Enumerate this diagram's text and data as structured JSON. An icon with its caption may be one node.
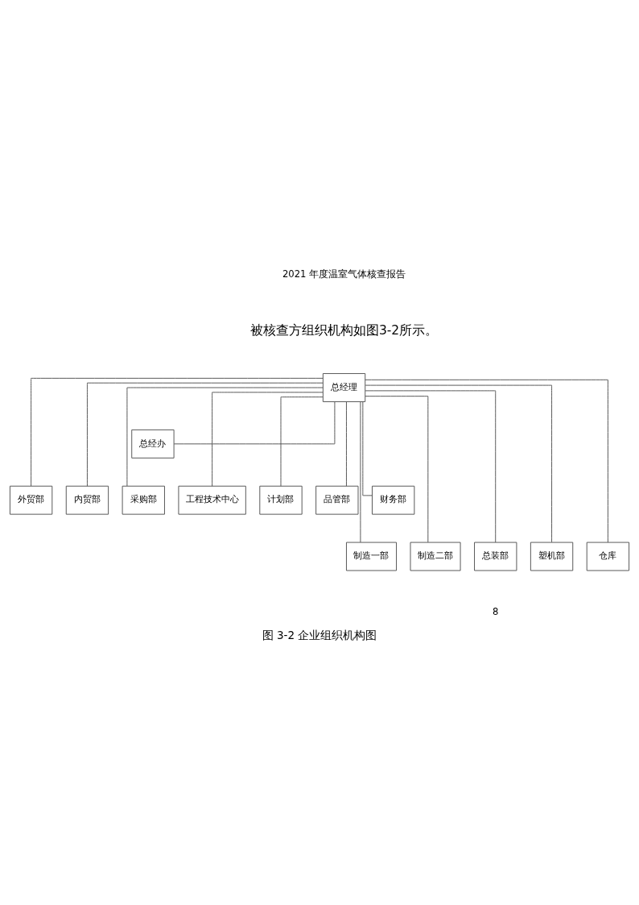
{
  "diagram": {
    "caption": "图 3-2 企业组织机构图",
    "nodes": [
      {
        "text": [
          "总经理"
        ]
      },
      {
        "text": [
          "总经办"
        ]
      },
      {
        "text": [
          "外贸部"
        ]
      },
      {
        "text": [
          "内贸部"
        ]
      },
      {
        "text": [
          "采购部"
        ]
      },
      {
        "text": [
          "工程技术中心"
        ]
      },
      {
        "text": [
          "计划部"
        ]
      },
      {
        "text": [
          "品管部"
        ]
      },
      {
        "text": [
          "财务部"
        ]
      },
      {
        "text": [
          "制造一部"
        ]
      },
      {
        "text": [
          "制造二部"
        ]
      },
      {
        "text": [
          "总装部"
        ]
      },
      {
        "text": [
          "塑机部"
        ]
      },
      {
        "text": [
          "仓库"
        ]
      }
    ],
    "edges": [
      {
        "from": 0,
        "to": 1,
        "arrow": "none"
      },
      {
        "from": 0,
        "to": 2,
        "arrow": "none"
      },
      {
        "from": 0,
        "to": 3,
        "arrow": "none"
      },
      {
        "from": 0,
        "to": 4,
        "arrow": "none"
      },
      {
        "from": 0,
        "to": 5,
        "arrow": "none"
      },
      {
        "from": 0,
        "to": 6,
        "arrow": "none"
      },
      {
        "from": 0,
        "to": 7,
        "arrow": "none"
      },
      {
        "from": 0,
        "to": 8,
        "arrow": "none"
      },
      {
        "from": 0,
        "to": 9,
        "arrow": "none"
      },
      {
        "from": 0,
        "to": 10,
        "arrow": "none"
      },
      {
        "from": 0,
        "to": 11,
        "arrow": "none"
      },
      {
        "from": 0,
        "to": 12,
        "arrow": "none"
      },
      {
        "from": 0,
        "to": 13,
        "arrow": "none"
      }
    ],
    "labels": [
      "2021 年度温室气体核查报告",
      "被核查方组织机构如图3-2所示。",
      "8"
    ]
  }
}
